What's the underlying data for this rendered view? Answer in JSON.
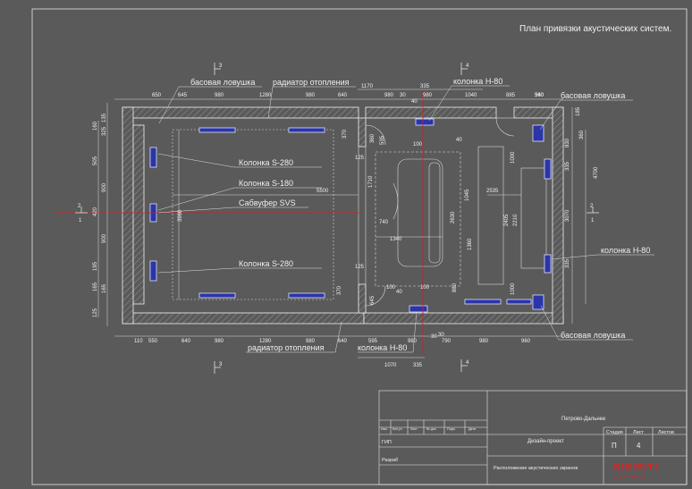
{
  "title": "План привязки акустических систем.",
  "labels": {
    "bass_trap_top": "басовая ловушка",
    "radiator_top": "радиатор отопления",
    "column_h80_top": "колонка H-80",
    "bass_trap_right_top": "басовая ловушка",
    "column_s280_top": "Колонка S-280",
    "column_s180": "Колонка S-180",
    "subwoofer": "Сабвуфер SVS",
    "column_s280_bottom": "Колонка S-280",
    "column_h80_right": "колонка H-80",
    "radiator_bottom": "радиатор отопления",
    "column_h80_bottom": "колонка H-80",
    "bass_trap_bottom": "басовая ловушка"
  },
  "section_marks": {
    "s3": "3",
    "s4": "4",
    "s2": "2",
    "s1": "1"
  },
  "dims": {
    "top_row": [
      "650",
      "645",
      "980",
      "1280",
      "980",
      "640",
      "1170",
      "335",
      "1040",
      "885",
      "540"
    ],
    "top_row2": [
      "980",
      "30",
      "980",
      "360"
    ],
    "top_small": [
      "40",
      "100",
      "40"
    ],
    "bottom_row": [
      "110",
      "550",
      "640",
      "980",
      "1280",
      "980",
      "640",
      "595",
      "980",
      "790",
      "980",
      "960"
    ],
    "bottom_row2": [
      "1070",
      "335"
    ],
    "left_col": [
      "135",
      "160",
      "325",
      "505",
      "900",
      "420",
      "900",
      "195",
      "165",
      "125"
    ],
    "inner": [
      "5500",
      "3980",
      "1710",
      "2630",
      "740",
      "1340",
      "1045",
      "2535",
      "2405",
      "2210",
      "1360",
      "1000",
      "1000",
      "4700",
      "3070",
      "830",
      "360",
      "335",
      "335",
      "370",
      "360",
      "535",
      "125",
      "125",
      "370",
      "645",
      "100",
      "40",
      "100",
      "30",
      "880",
      "165",
      "185",
      "30"
    ]
  },
  "title_block": {
    "project": "Петрово-Дальнее",
    "stage_header": "Стадия",
    "sheet_header": "Лист",
    "sheets_header": "Листов",
    "section": "Дизайн-проект",
    "stage": "П",
    "sheet": "4",
    "sheets": "",
    "drawing_name": "Расположение акустических экранов",
    "row_labels": [
      "Изм.",
      "Кол.уч",
      "Лист",
      "№ док",
      "Подп.",
      "Дата"
    ],
    "gip": "ГИП",
    "razrab": "Разраб",
    "logo": "SIBIRITI",
    "logo_sub": "ДИЗАЙН ИНТЕРЬЕРА"
  },
  "colors": {
    "background": "#5a5a5a",
    "lines": "#e8e8e8",
    "speaker": "#2b35a8",
    "axis": "#d42020",
    "logo": "#e02020"
  }
}
